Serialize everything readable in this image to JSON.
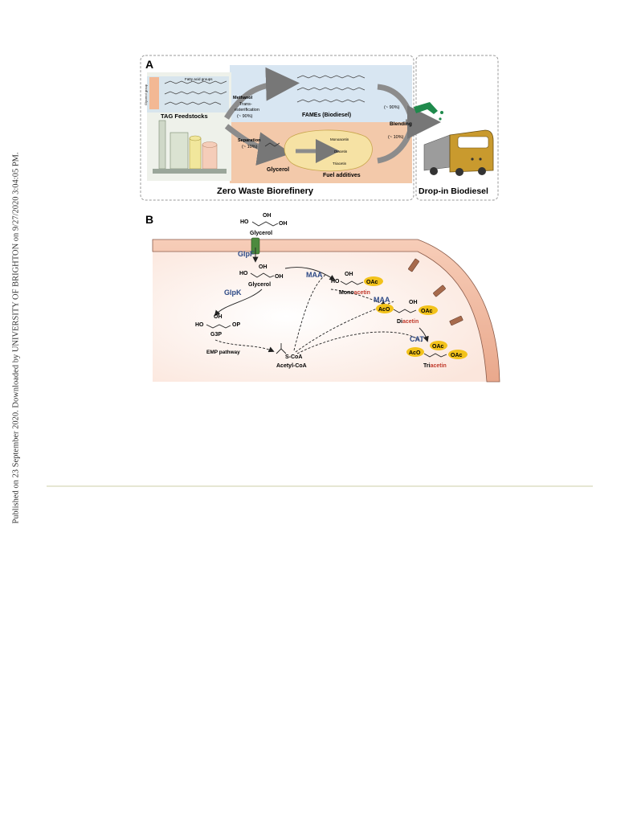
{
  "sidebar": {
    "citation": "Published on 23 September 2020. Downloaded by UNIVERSITY OF BRIGHTON on 9/27/2020 3:04:05 PM."
  },
  "panel_a": {
    "letter": "A",
    "fatty_acid_groups": "Fatty acid groups",
    "glycerol_group": "Glycerol group",
    "tag_feedstocks": "TAG Feedstocks",
    "methanol": "Methanol",
    "transesterification_1": "Trans-",
    "transesterification_2": "esterification",
    "transesterification_pct": "(~ 90%)",
    "fames": "FAMEs (Biodiesel)",
    "separation": "Separation",
    "separation_pct": "(~ 10%)",
    "glycerol": "Glycerol",
    "monoacetin": "Monoacetin",
    "diacetin": "Diacetin",
    "triacetin": "Triacetin",
    "fuel_additives": "Fuel additives",
    "pct_90": "(~ 90%)",
    "blending": "Blending",
    "pct_10": "(~ 10%)",
    "zero_waste": "Zero Waste Biorefinery",
    "drop_in": "Drop-in Biodiesel"
  },
  "panel_b": {
    "letter": "B",
    "glycerol_out": "Glycerol",
    "glpf": "GlpF",
    "glycerol_in": "Glycerol",
    "glpk": "GlpK",
    "g3p": "G3P",
    "emp": "EMP pathway",
    "s_coa": "S-CoA",
    "acetyl_coa": "Acetyl-CoA",
    "maa_1": "MAA",
    "maa_2": "MAA",
    "cat": "CAT",
    "mono_prefix": "Mono",
    "di_prefix": "Di",
    "tri_prefix": "Tri",
    "acetin": "acetin",
    "ho": "HO",
    "oh": "OH",
    "op": "OP",
    "oac": "OAc",
    "aco": "AcO"
  },
  "colors": {
    "enzyme": "#2e4a86",
    "acetin": "#c0392b",
    "oac_fill": "#f2c21b",
    "membrane": "#f0b49a",
    "top_box": "#d8e6f2",
    "bottom_box": "#f3c9aa",
    "truck": "#c99a2e",
    "pump": "#1f8a4c"
  }
}
